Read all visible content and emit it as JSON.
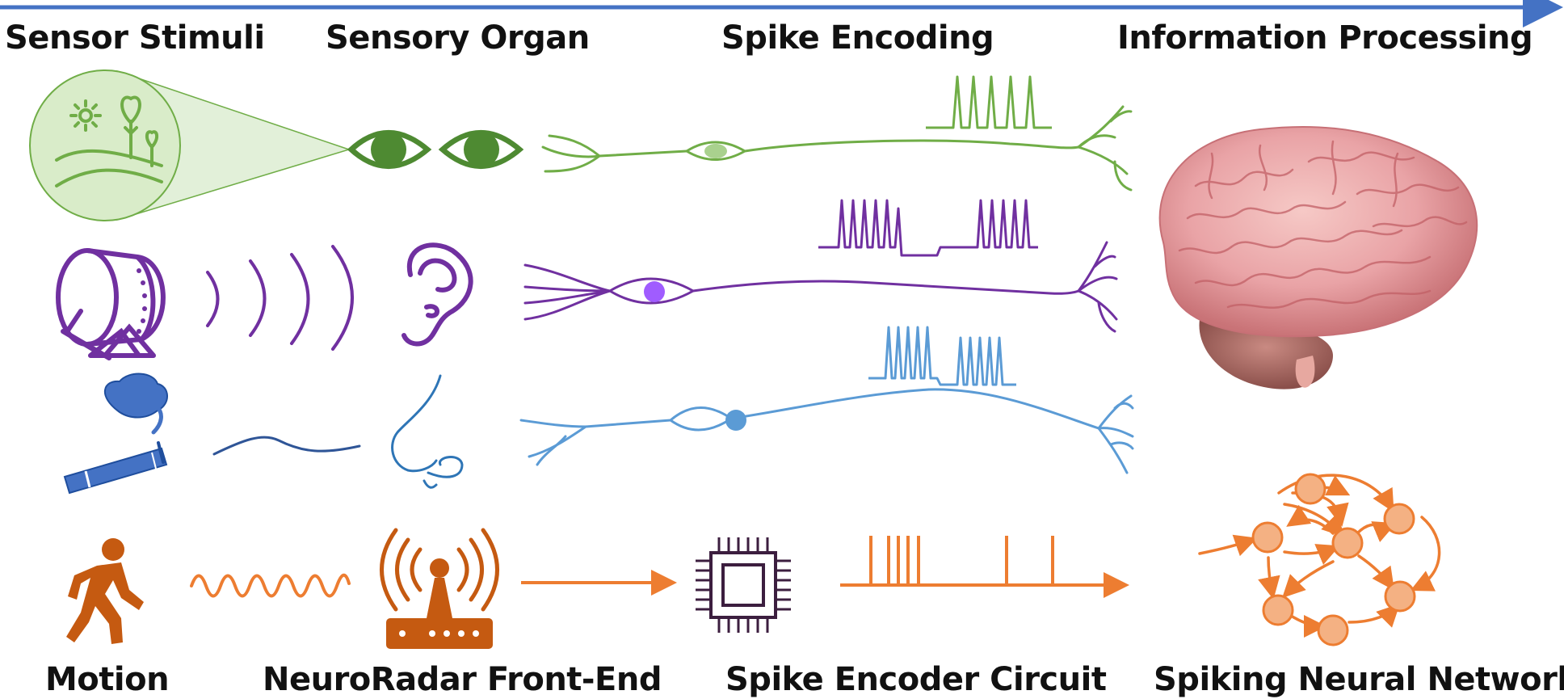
{
  "headers": {
    "sensor_stimuli": "Sensor Stimuli",
    "sensory_organ": "Sensory Organ",
    "spike_encoding": "Spike Encoding",
    "information_processing": "Information Processing"
  },
  "footers": {
    "motion": "Motion",
    "front_end": "NeuroRadar Front-End",
    "encoder": "Spike Encoder Circuit",
    "snn": "Spiking Neural Network"
  },
  "colors": {
    "timeline": "#4472c4",
    "vision": "#70ad47",
    "vision_dark": "#4e8a32",
    "hearing": "#7030a0",
    "hearing_fill": "#a05cff",
    "smell": "#5b9bd5",
    "smell_dark": "#1f4e9d",
    "radar": "#ed7d31",
    "radar_dark": "#c55a11",
    "brain": "#e8a0a4"
  },
  "icons": {
    "vision_stimulus": "landscape-icon",
    "vision_organ": "eyes-icon",
    "hearing_stimulus": "drum-icon",
    "hearing_organ": "ear-icon",
    "smell_stimulus": "cigarette-icon",
    "smell_organ": "nose-icon",
    "radar_stimulus": "walking-person-icon",
    "radar_organ": "router-antenna-icon",
    "encoder": "chip-icon",
    "processor": "brain-icon",
    "network": "spiking-network-icon"
  }
}
